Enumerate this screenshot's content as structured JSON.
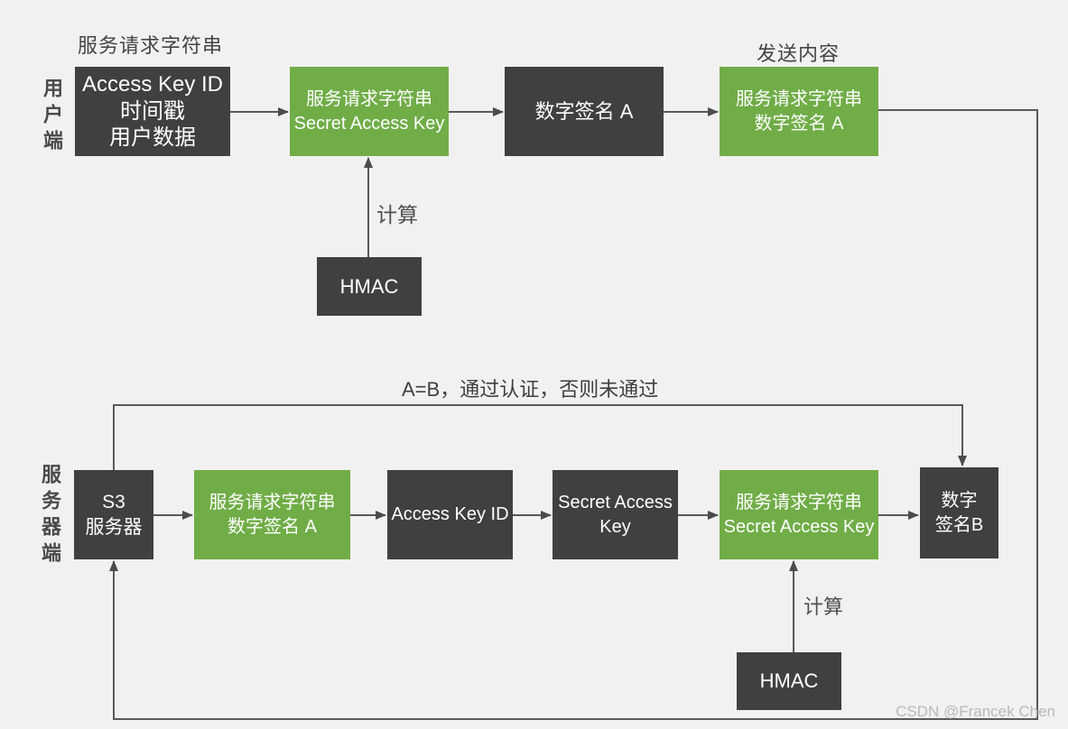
{
  "colors": {
    "box_dark": "#404040",
    "box_green": "#70ad47",
    "line": "#58595c",
    "background": "#f1f1f2",
    "label_text": "#454545",
    "watermark_text": "#b9b9b9"
  },
  "lanes": {
    "client": "用户端",
    "server": "服务器端"
  },
  "labels": {
    "request_string": "服务请求字符串",
    "send_content": "发送内容",
    "compute_client": "计算",
    "compute_server": "计算",
    "ab_check": "A=B，通过认证，否则未通过"
  },
  "nodes": {
    "client_input": {
      "lines": [
        "Access Key ID",
        "时间戳",
        "用户数据"
      ]
    },
    "client_combine": {
      "lines": [
        "服务请求字符串",
        "Secret Access Key"
      ]
    },
    "signature_a": {
      "lines": [
        "数字签名 A"
      ]
    },
    "send_content": {
      "lines": [
        "服务请求字符串",
        "数字签名 A"
      ]
    },
    "hmac_client": {
      "lines": [
        "HMAC"
      ]
    },
    "s3_server": {
      "lines": [
        "S3",
        "服务器"
      ]
    },
    "server_received": {
      "lines": [
        "服务请求字符串",
        "数字签名 A"
      ]
    },
    "access_key_id": {
      "lines": [
        "Access Key ID"
      ]
    },
    "secret_access_key": {
      "lines": [
        "Secret Access",
        "Key"
      ]
    },
    "server_combine": {
      "lines": [
        "服务请求字符串",
        "Secret Access Key"
      ]
    },
    "signature_b": {
      "lines": [
        "数字",
        "签名B"
      ]
    },
    "hmac_server": {
      "lines": [
        "HMAC"
      ]
    }
  },
  "watermark": "CSDN @Francek Chen"
}
